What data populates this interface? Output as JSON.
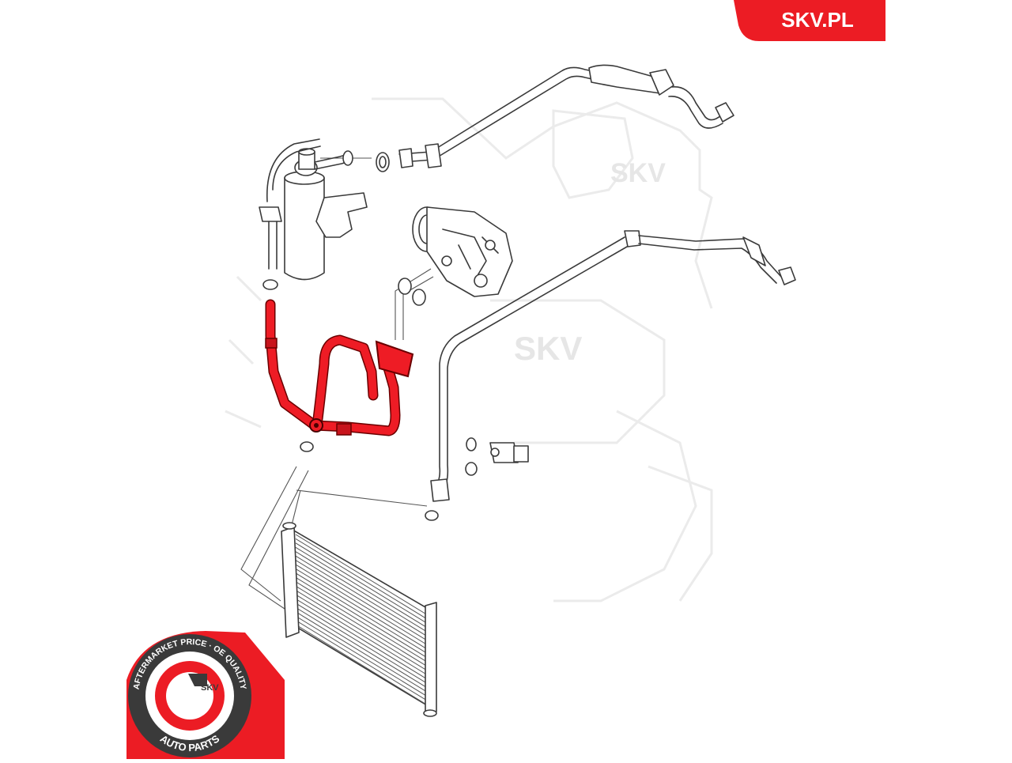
{
  "brand": {
    "corner_label": "SKV.PL",
    "accent_color": "#ec1c24",
    "dark_color": "#3a3a3a"
  },
  "watermark": {
    "text": "SKV"
  },
  "seal": {
    "ring_text": "AFTERMARKET PRICE · OE QUALITY",
    "center_text": "SKV",
    "bottom_text": "AUTO PARTS"
  },
  "diagram": {
    "highlighted_part": "discharge-hose",
    "highlight_color": "#ee1c25",
    "icons": [
      "receiver-drier-icon",
      "compressor-icon",
      "condenser-icon",
      "pressure-switch-icon",
      "suction-line-icon",
      "liquid-line-icon",
      "o-ring-icon"
    ]
  }
}
